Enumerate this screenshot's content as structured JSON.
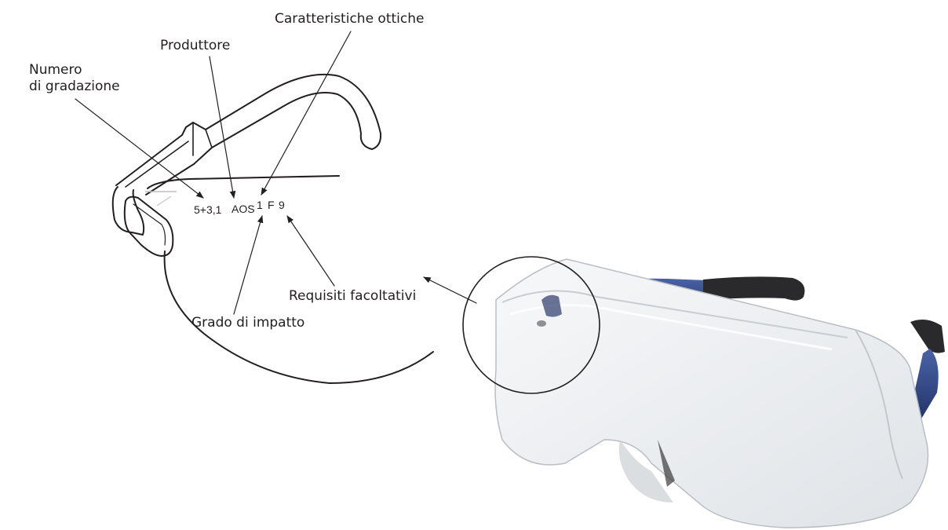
{
  "labels": {
    "caratteristiche": "Caratteristiche ottiche",
    "produttore": "Produttore",
    "numero_line1": "Numero",
    "numero_line2": "di gradazione",
    "requisiti": "Requisiti facoltativi",
    "grado": "Grado di impatto"
  },
  "marking": {
    "shade": "5+3,1",
    "maker": "AOS",
    "impact_class": "1",
    "impact_grade": "F",
    "optional": "9"
  },
  "colors": {
    "ink": "#231f20",
    "temple_blue": "#2b3f7a",
    "temple_black": "#2a2a2c",
    "lens_tint": "#eef0f2"
  }
}
